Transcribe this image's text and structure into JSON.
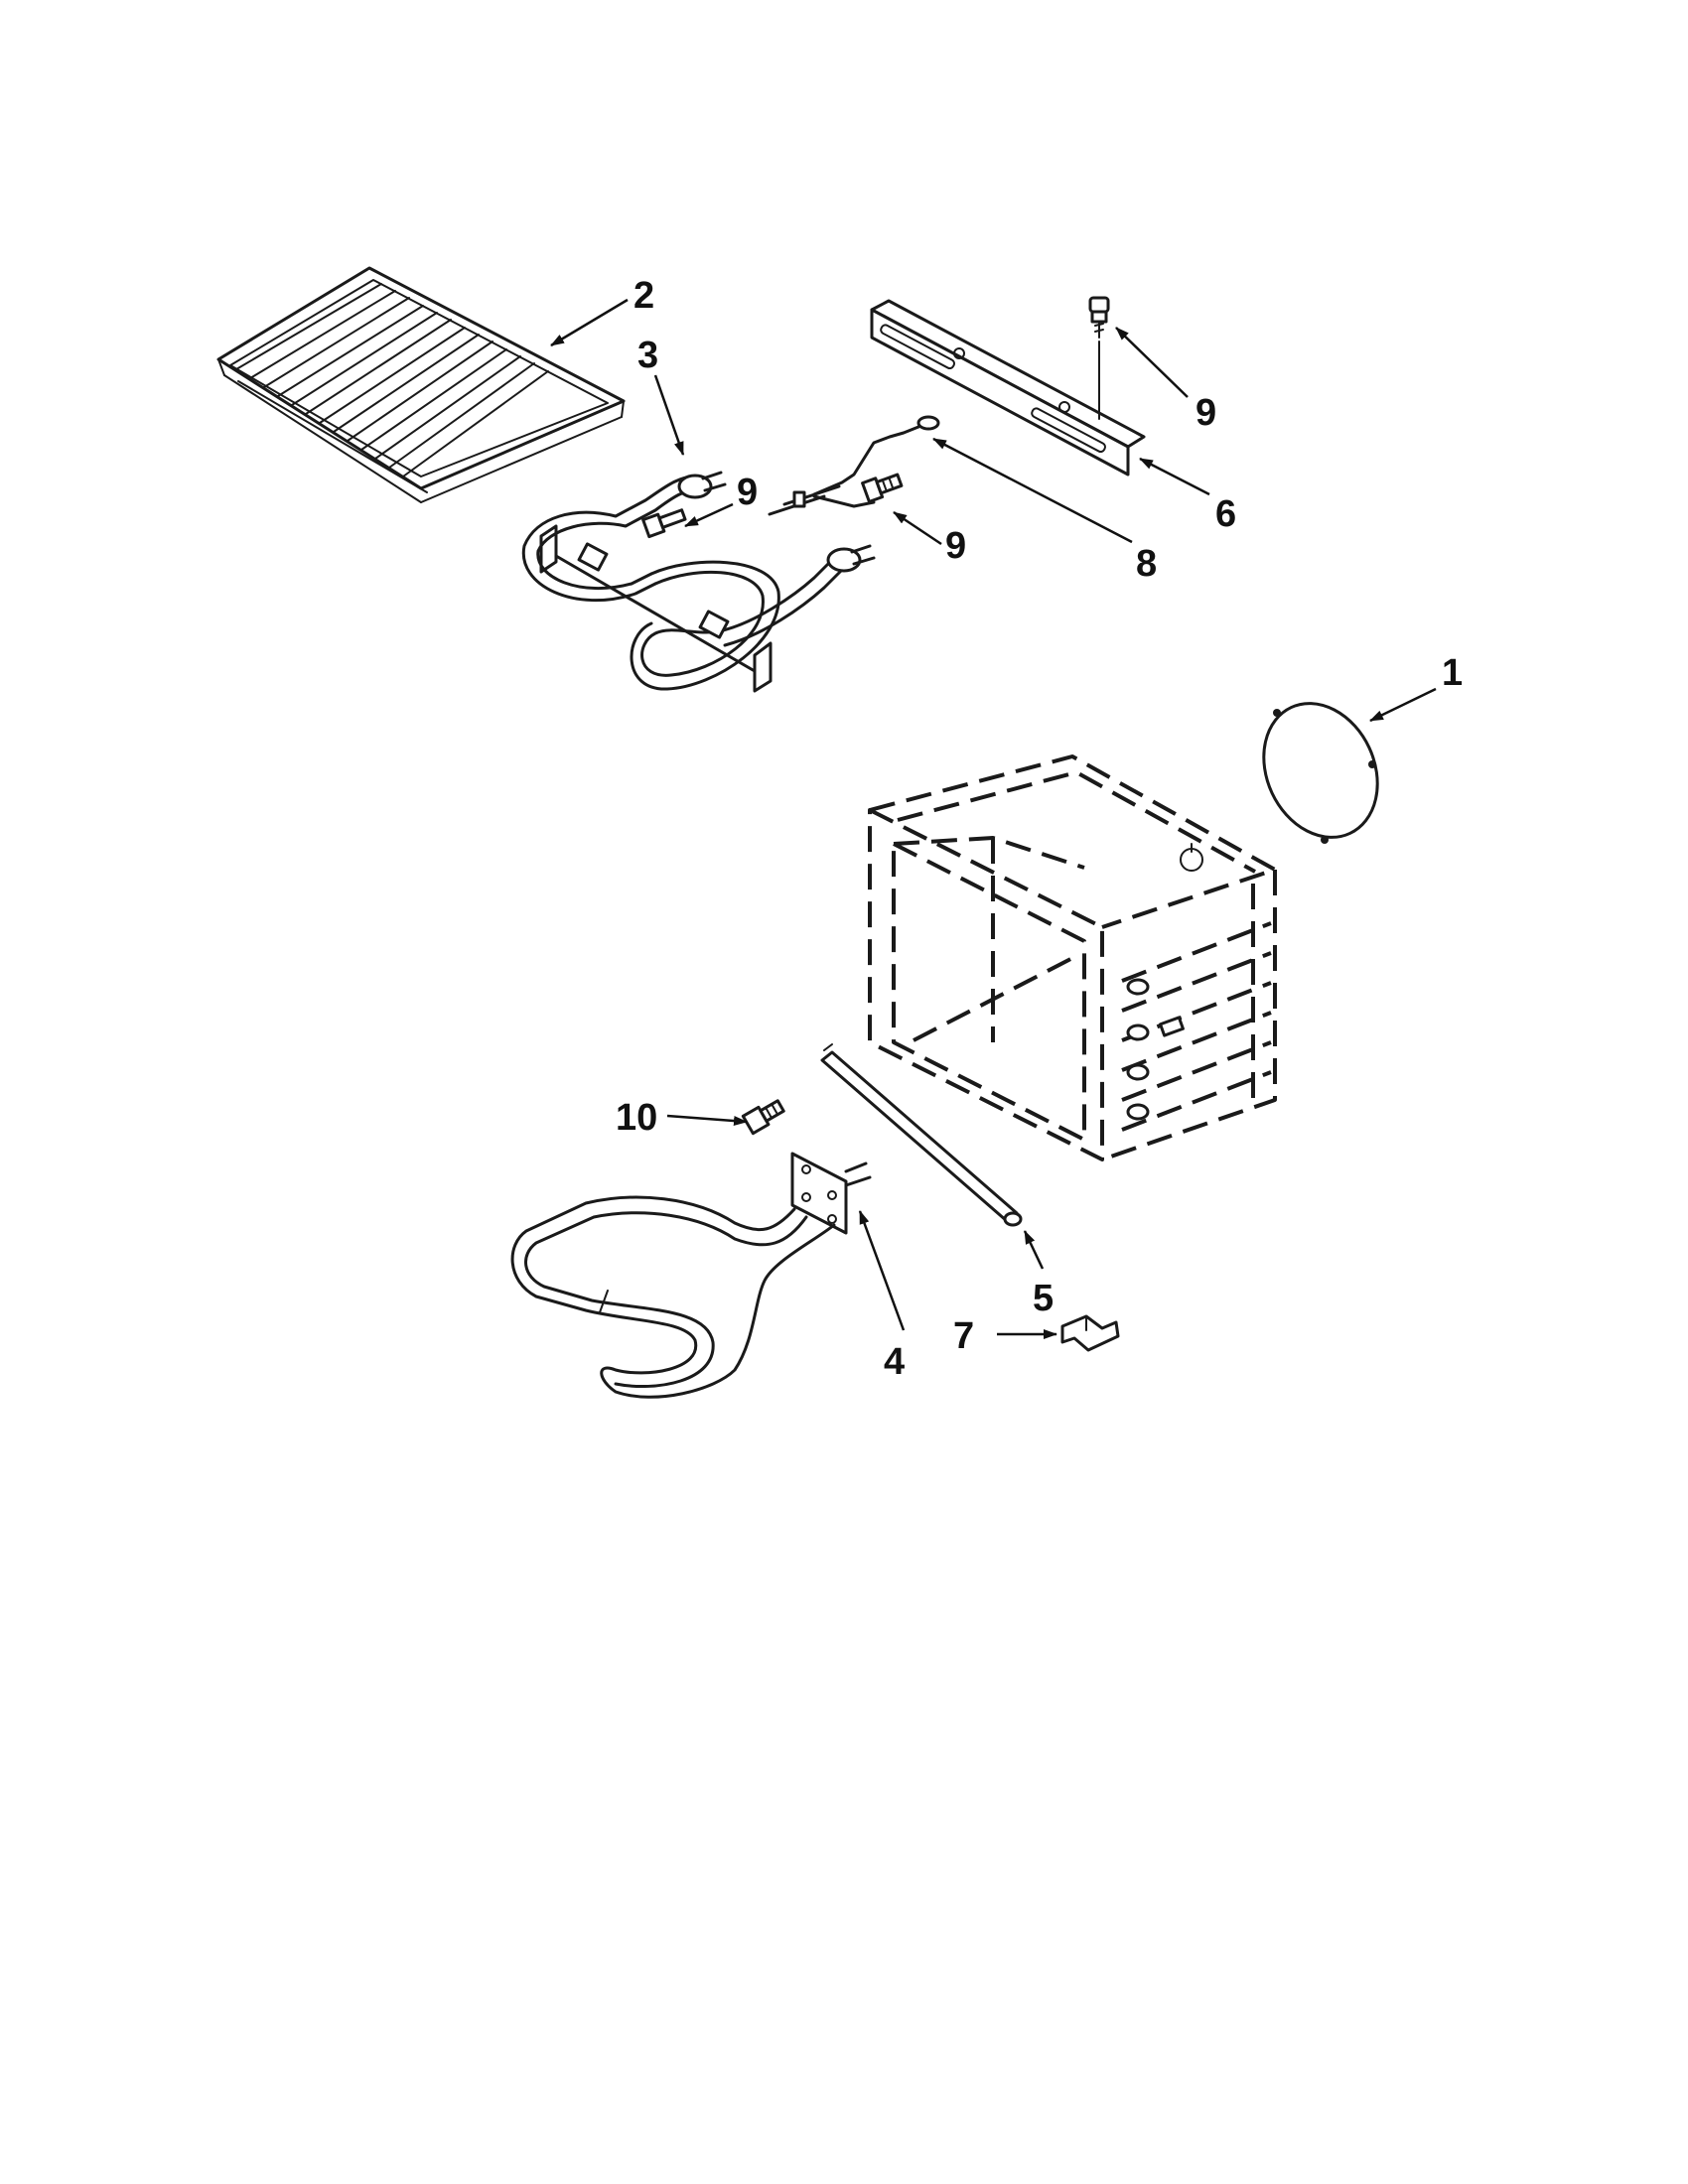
{
  "callouts": {
    "c1": "1",
    "c2": "2",
    "c3": "3",
    "c4": "4",
    "c5": "5",
    "c6": "6",
    "c7": "7",
    "c8": "8",
    "c9a": "9",
    "c9b": "9",
    "c9c": "9",
    "c10": "10"
  },
  "colors": {
    "line": "#1a1a1a",
    "background": "#ffffff"
  }
}
